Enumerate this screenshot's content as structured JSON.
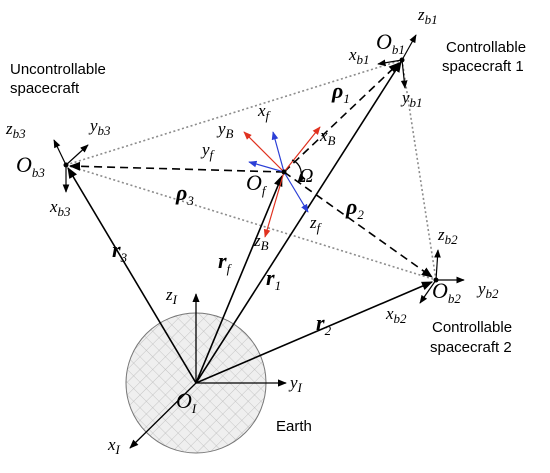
{
  "labels": {
    "uncontrollable_l1": "Uncontrollable",
    "uncontrollable_l2": "spacecraft",
    "controllable1_l1": "Controllable",
    "controllable1_l2": "spacecraft 1",
    "controllable2_l1": "Controllable",
    "controllable2_l2": "spacecraft 2",
    "earth": "Earth"
  },
  "symbols": {
    "O": "O",
    "x": "x",
    "y": "y",
    "z": "z",
    "r": "r",
    "rho": "ρ",
    "Omega": "Ω"
  },
  "subscripts": {
    "I": "I",
    "f": "f",
    "B": "B",
    "b1": "b1",
    "b2": "b2",
    "b3": "b3",
    "n1": "1",
    "n2": "2",
    "n3": "3"
  },
  "colors": {
    "line": "#000000",
    "dotted": "#8c8c8c",
    "formation_axes": "#2b3fd6",
    "body_axes": "#e0311f",
    "earth_fill": "#eeeeee",
    "earth_grid": "#b9b9b9"
  }
}
